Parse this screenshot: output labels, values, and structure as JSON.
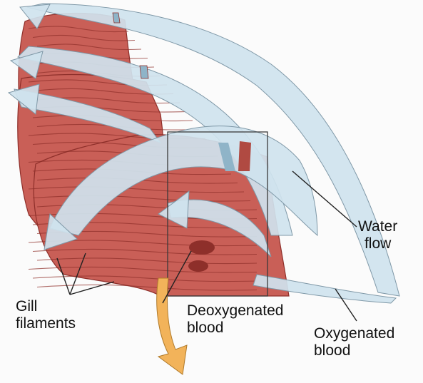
{
  "labels": {
    "water_flow": [
      "Water",
      "flow"
    ],
    "gill_filaments": [
      "Gill",
      "filaments"
    ],
    "deoxygenated_blood": [
      "Deoxygenated",
      "blood"
    ],
    "oxygenated_blood": [
      "Oxygenated",
      "blood"
    ]
  },
  "colors": {
    "tissue": "#c95f57",
    "tissue_dark": "#8e2f2a",
    "water": "#cfe3ee",
    "water_edge": "#7f98a7",
    "vessel_deoxygenated": "#8fb4c8",
    "vessel_oxygenated": "#b04a42",
    "blood_arrow": "#f2b35a"
  }
}
